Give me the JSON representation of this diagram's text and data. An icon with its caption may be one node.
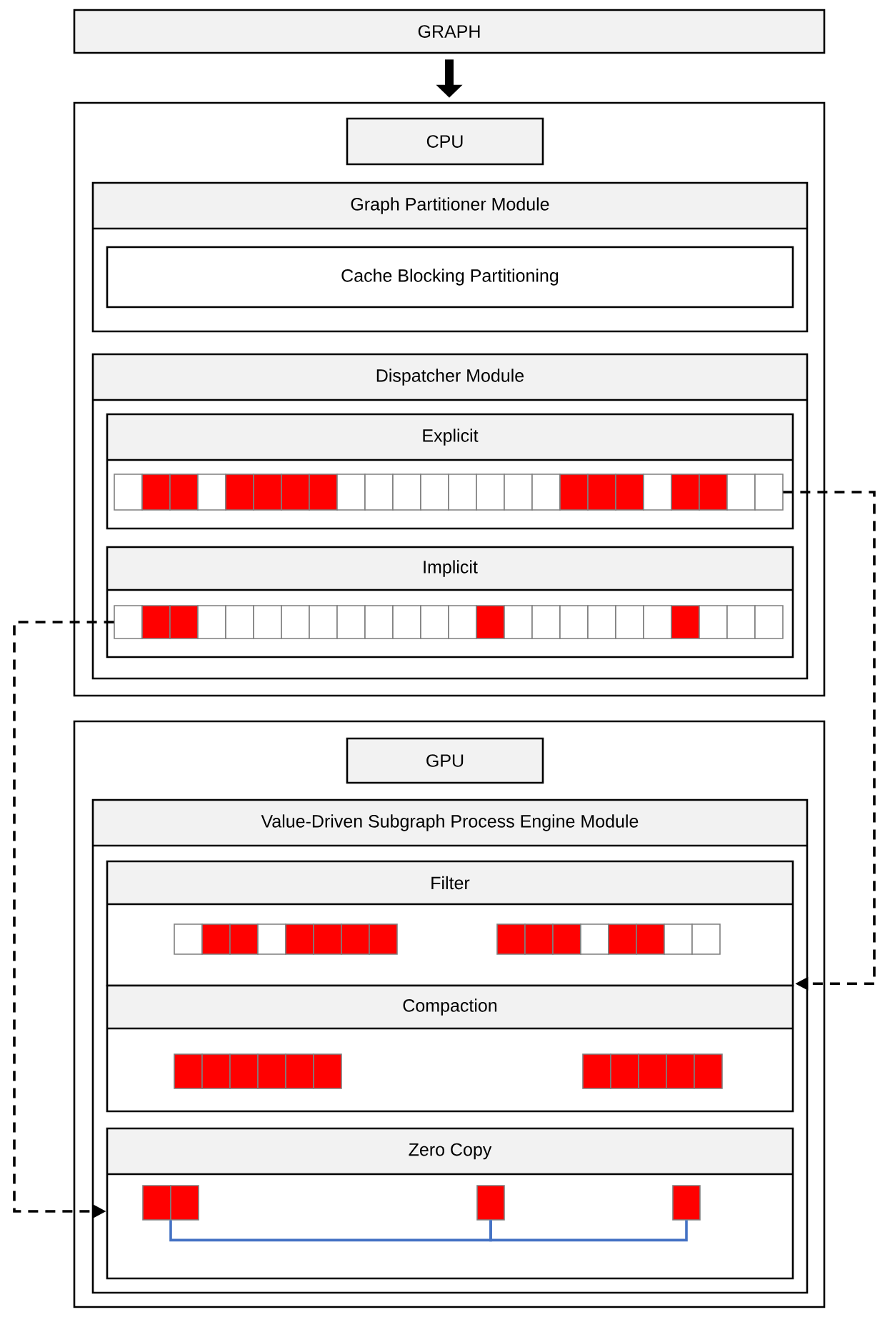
{
  "diagram": {
    "nodes": [
      {
        "text": [
          "GRAPH"
        ]
      },
      {
        "text": [],
        "shape": "box"
      },
      {
        "text": [
          "CPU"
        ],
        "in": 1
      },
      {
        "text": [
          "Graph Partitioner Module"
        ],
        "in": 1
      },
      {
        "text": [
          "Cache Blocking Partitioning"
        ],
        "in": 3
      },
      {
        "text": [
          "Dispatcher Module"
        ],
        "in": 1
      },
      {
        "text": [
          "Explicit"
        ],
        "in": 5
      },
      {
        "text": [],
        "shape": "bar",
        "in": 6
      },
      {
        "text": [
          "Implicit"
        ],
        "in": 5
      },
      {
        "text": [],
        "shape": "bar",
        "in": 8
      },
      {
        "text": [],
        "shape": "box"
      },
      {
        "text": [
          "GPU"
        ],
        "in": 10
      },
      {
        "text": [
          "Value-Driven Subgraph Process Engine Module"
        ],
        "in": 10
      },
      {
        "text": [
          "Filter"
        ],
        "in": 12
      },
      {
        "text": [
          "Compaction"
        ],
        "in": 12
      },
      {
        "text": [
          "Zero Copy"
        ],
        "in": 12
      },
      {
        "text": [],
        "shape": "bar",
        "in": 15
      },
      {
        "text": [],
        "shape": "bar",
        "in": 15
      },
      {
        "text": [],
        "shape": "bar",
        "in": 15
      }
    ],
    "edges": [
      {
        "from": 0,
        "to": 1,
        "arrow": "to",
        "style": "thick"
      },
      {
        "from": 7,
        "to": 13,
        "arrow": "to",
        "style": "dashed"
      },
      {
        "from": 9,
        "to": 15,
        "arrow": "to",
        "style": "dashed"
      },
      {
        "from": 16,
        "to": 17,
        "arrow": "none",
        "color": "#4472c4"
      },
      {
        "from": 17,
        "to": 18,
        "arrow": "none",
        "color": "#4472c4"
      }
    ]
  }
}
